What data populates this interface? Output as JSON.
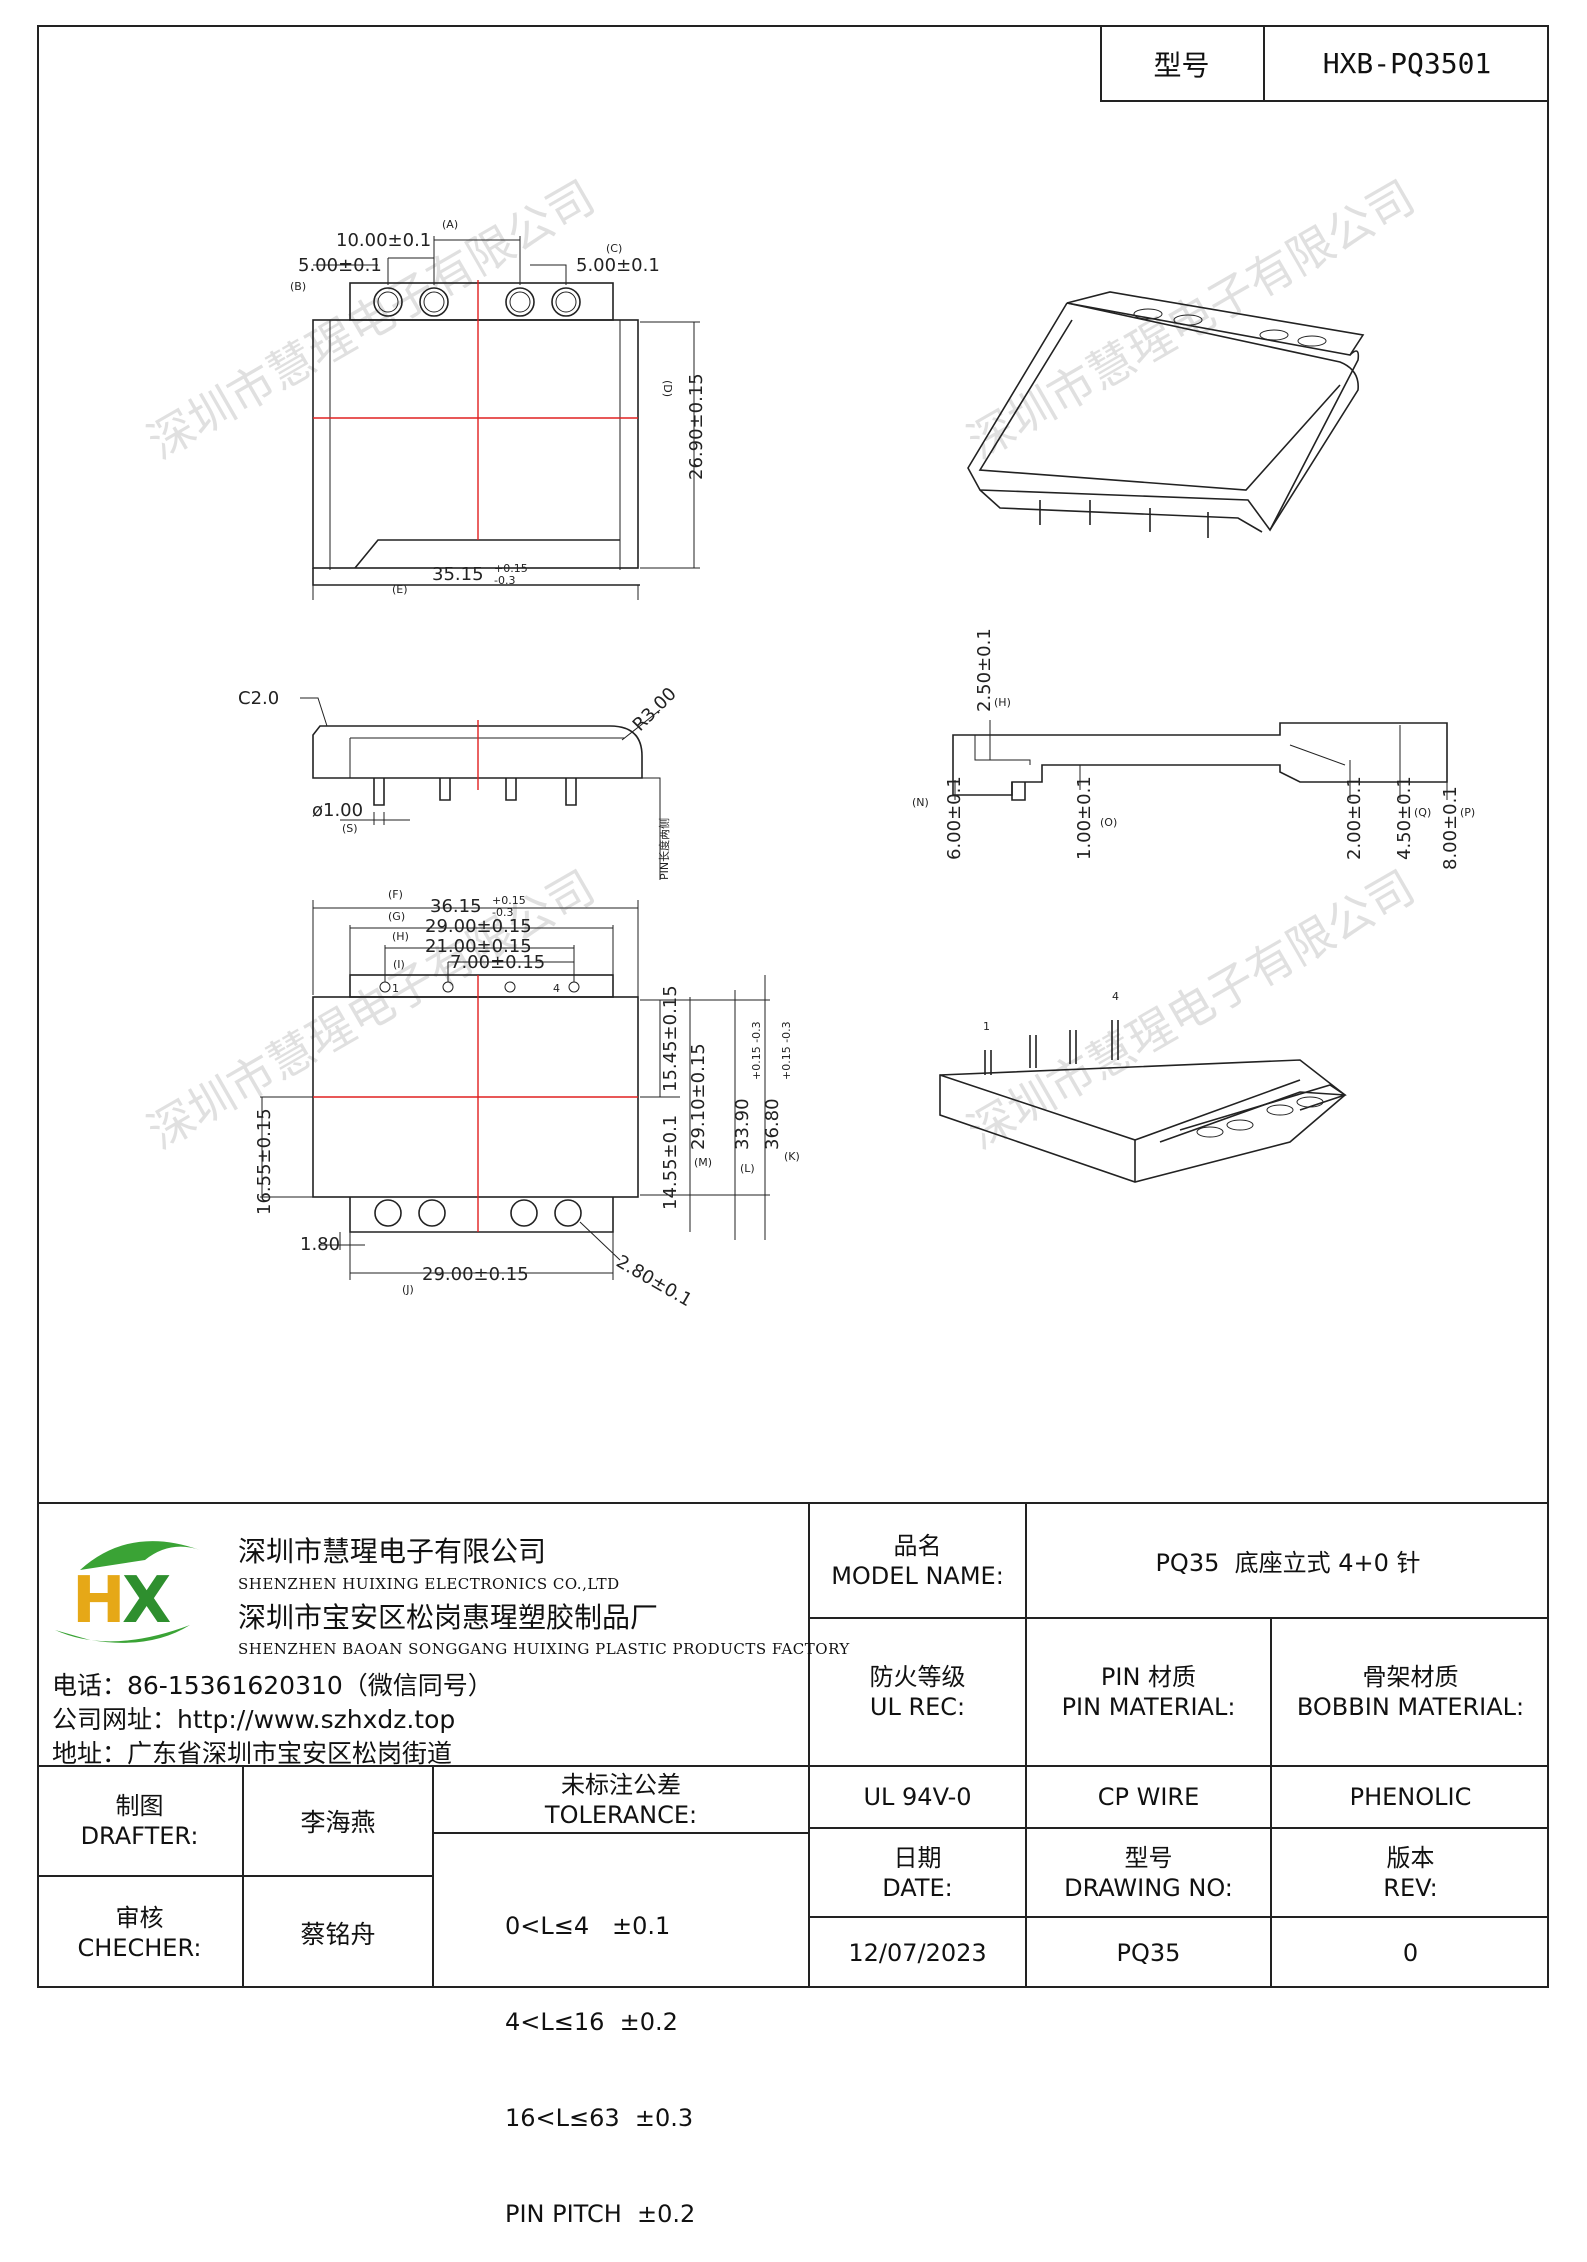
{
  "header": {
    "model_label": "型号",
    "model_value": "HXB-PQ3501"
  },
  "watermark": "深圳市慧瑆电子有限公司",
  "dims": {
    "top_view": {
      "a": "10.00±0.1",
      "a_tag": "(A)",
      "b": "5.00±0.1",
      "b_tag": "(B)",
      "c": "5.00±0.1",
      "c_tag": "(C)",
      "d": "26.90±0.15",
      "d_tag": "(D)",
      "e_main": "35.15",
      "e_tol_up": "+0.15",
      "e_tol_dn": "-0.3",
      "e_tag": "(E)"
    },
    "side_view": {
      "c2": "C2.0",
      "r3": "R3.00",
      "dia": "ø1.00",
      "s_tag": "(S)",
      "pin_label": "PIN长度两侧"
    },
    "end_view": {
      "h": "2.50±0.1",
      "h_tag": "(H)",
      "n": "6.00±0.1",
      "n_tag": "(N)",
      "o": "1.00±0.1",
      "o_tag": "(O)",
      "p2": "2.00±0.1",
      "q": "4.50±0.1",
      "q_tag": "(Q)",
      "p": "8.00±0.1",
      "p_tag": "(P)"
    },
    "bottom_view": {
      "f_main": "36.15",
      "f_tol_up": "+0.15",
      "f_tol_dn": "-0.3",
      "f_tag": "(F)",
      "g": "29.00±0.15",
      "g_tag": "(G)",
      "hh": "21.00±0.15",
      "hh_tag": "(H)",
      "i": "7.00±0.15",
      "i_tag": "(I)",
      "pin1": "1",
      "pin4": "4",
      "v1545": "15.45±0.15",
      "v2910": "29.10±0.15",
      "v3390": "33.90",
      "v3390_tol": "+0.15 -0.3",
      "v3680": "36.80",
      "v3680_tol": "+0.15 -0.3",
      "v1455": "14.55±0.1",
      "v1655": "16.55±0.15",
      "m_tag": "(M)",
      "l_tag": "(L)",
      "k_tag": "(K)",
      "j": "29.00±0.15",
      "j_tag": "(J)",
      "s180": "1.80",
      "d280": "2.80±0.1"
    },
    "iso_pins": {
      "p1": "1",
      "p4": "4"
    }
  },
  "company": {
    "logo_text": "HX",
    "name_cn": "深圳市慧瑆电子有限公司",
    "name_en": "SHENZHEN HUIXING ELECTRONICS CO.,LTD",
    "factory_cn": "深圳市宝安区松岗惠瑆塑胶制品厂",
    "factory_en": "SHENZHEN BAOAN SONGGANG HUIXING PLASTIC PRODUCTS FACTORY",
    "phone": "电话：86-15361620310（微信同号）",
    "website": "公司网址：http://www.szhxdz.top",
    "address": "地址：广东省深圳市宝安区松岗街道"
  },
  "titleblock": {
    "model_name_cn": "品名",
    "model_name_en": "MODEL NAME:",
    "model_name_value": "PQ35  底座立式 4+0 针",
    "ul_cn": "防火等级",
    "ul_en": "UL REC:",
    "pin_mat_cn": "PIN 材质",
    "pin_mat_en": "PIN MATERIAL:",
    "bobbin_mat_cn": "骨架材质",
    "bobbin_mat_en": "BOBBIN MATERIAL:",
    "ul_value": "UL 94V-0",
    "pin_value": "CP WIRE",
    "bobbin_value": "PHENOLIC",
    "drafter_cn": "制图",
    "drafter_en": "DRAFTER:",
    "drafter_name": "李海燕",
    "checker_cn": "审核",
    "checker_en": "CHECHER:",
    "checker_name": "蔡铭舟",
    "tol_cn": "未标注公差",
    "tol_en": "TOLERANCE:",
    "tol_lines": [
      "0<L≤4   ±0.1",
      "4<L≤16  ±0.2",
      "16<L≤63  ±0.3",
      "PIN PITCH  ±0.2"
    ],
    "date_cn": "日期",
    "date_en": "DATE:",
    "date_value": "12/07/2023",
    "dwg_cn": "型号",
    "dwg_en": "DRAWING NO:",
    "dwg_value": "PQ35",
    "rev_cn": "版本",
    "rev_en": "REV:",
    "rev_value": "0"
  }
}
